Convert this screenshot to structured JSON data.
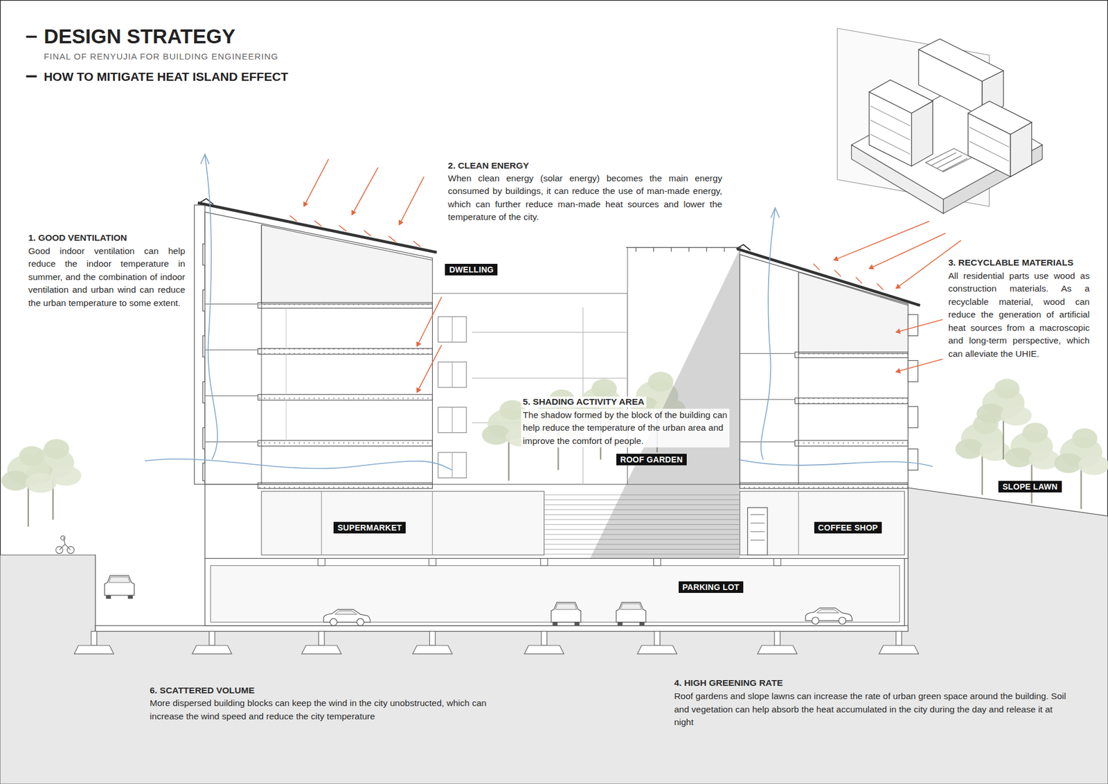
{
  "diagram": {
    "title": "DESIGN STRATEGY",
    "nodes": [
      {
        "text": [
          "DWELLING"
        ]
      },
      {
        "text": [
          "ROOF GARDEN"
        ]
      },
      {
        "text": [
          "SLOPE LAWN"
        ]
      },
      {
        "text": [
          "SUPERMARKET"
        ]
      },
      {
        "text": [
          "COFFEE SHOP"
        ]
      },
      {
        "text": [
          "PARKING LOT"
        ]
      }
    ],
    "labels": [
      "FINAL OF RENYUJIA FOR BUILDING ENGINEERING",
      "HOW TO MITIGATE HEAT ISLAND EFFECT",
      "1. GOOD VENTILATION",
      "Good indoor ventilation can help reduce the indoor temperature in summer, and the combination of indoor ventilation and urban wind can reduce the urban temperature to some extent.",
      "2. CLEAN ENERGY",
      "When clean energy (solar energy) becomes the main energy consumed by buildings, it can reduce the use of man-made energy, which can further reduce man-made heat sources and lower the temperature of the city.",
      "3. RECYCLABLE MATERIALS",
      "All residential parts use wood as construction materials. As a recyclable material, wood can reduce the generation of artificial heat sources from a macroscopic and long-term perspective, which can alleviate the UHIE.",
      "5. SHADING ACTIVITY AREA",
      "The shadow formed by the block of the building can help reduce the temperature of the urban area and improve the comfort of people.",
      "6. SCATTERED VOLUME",
      "More dispersed building blocks can keep the wind in the city unobstructed, which can increase the wind speed and reduce the city temperature",
      "4. HIGH GREENING RATE",
      "Roof gardens and slope lawns can increase the rate of urban green space around the building. Soil and vegetation can help absorb the heat accumulated in the city during the day and release it at night"
    ]
  }
}
